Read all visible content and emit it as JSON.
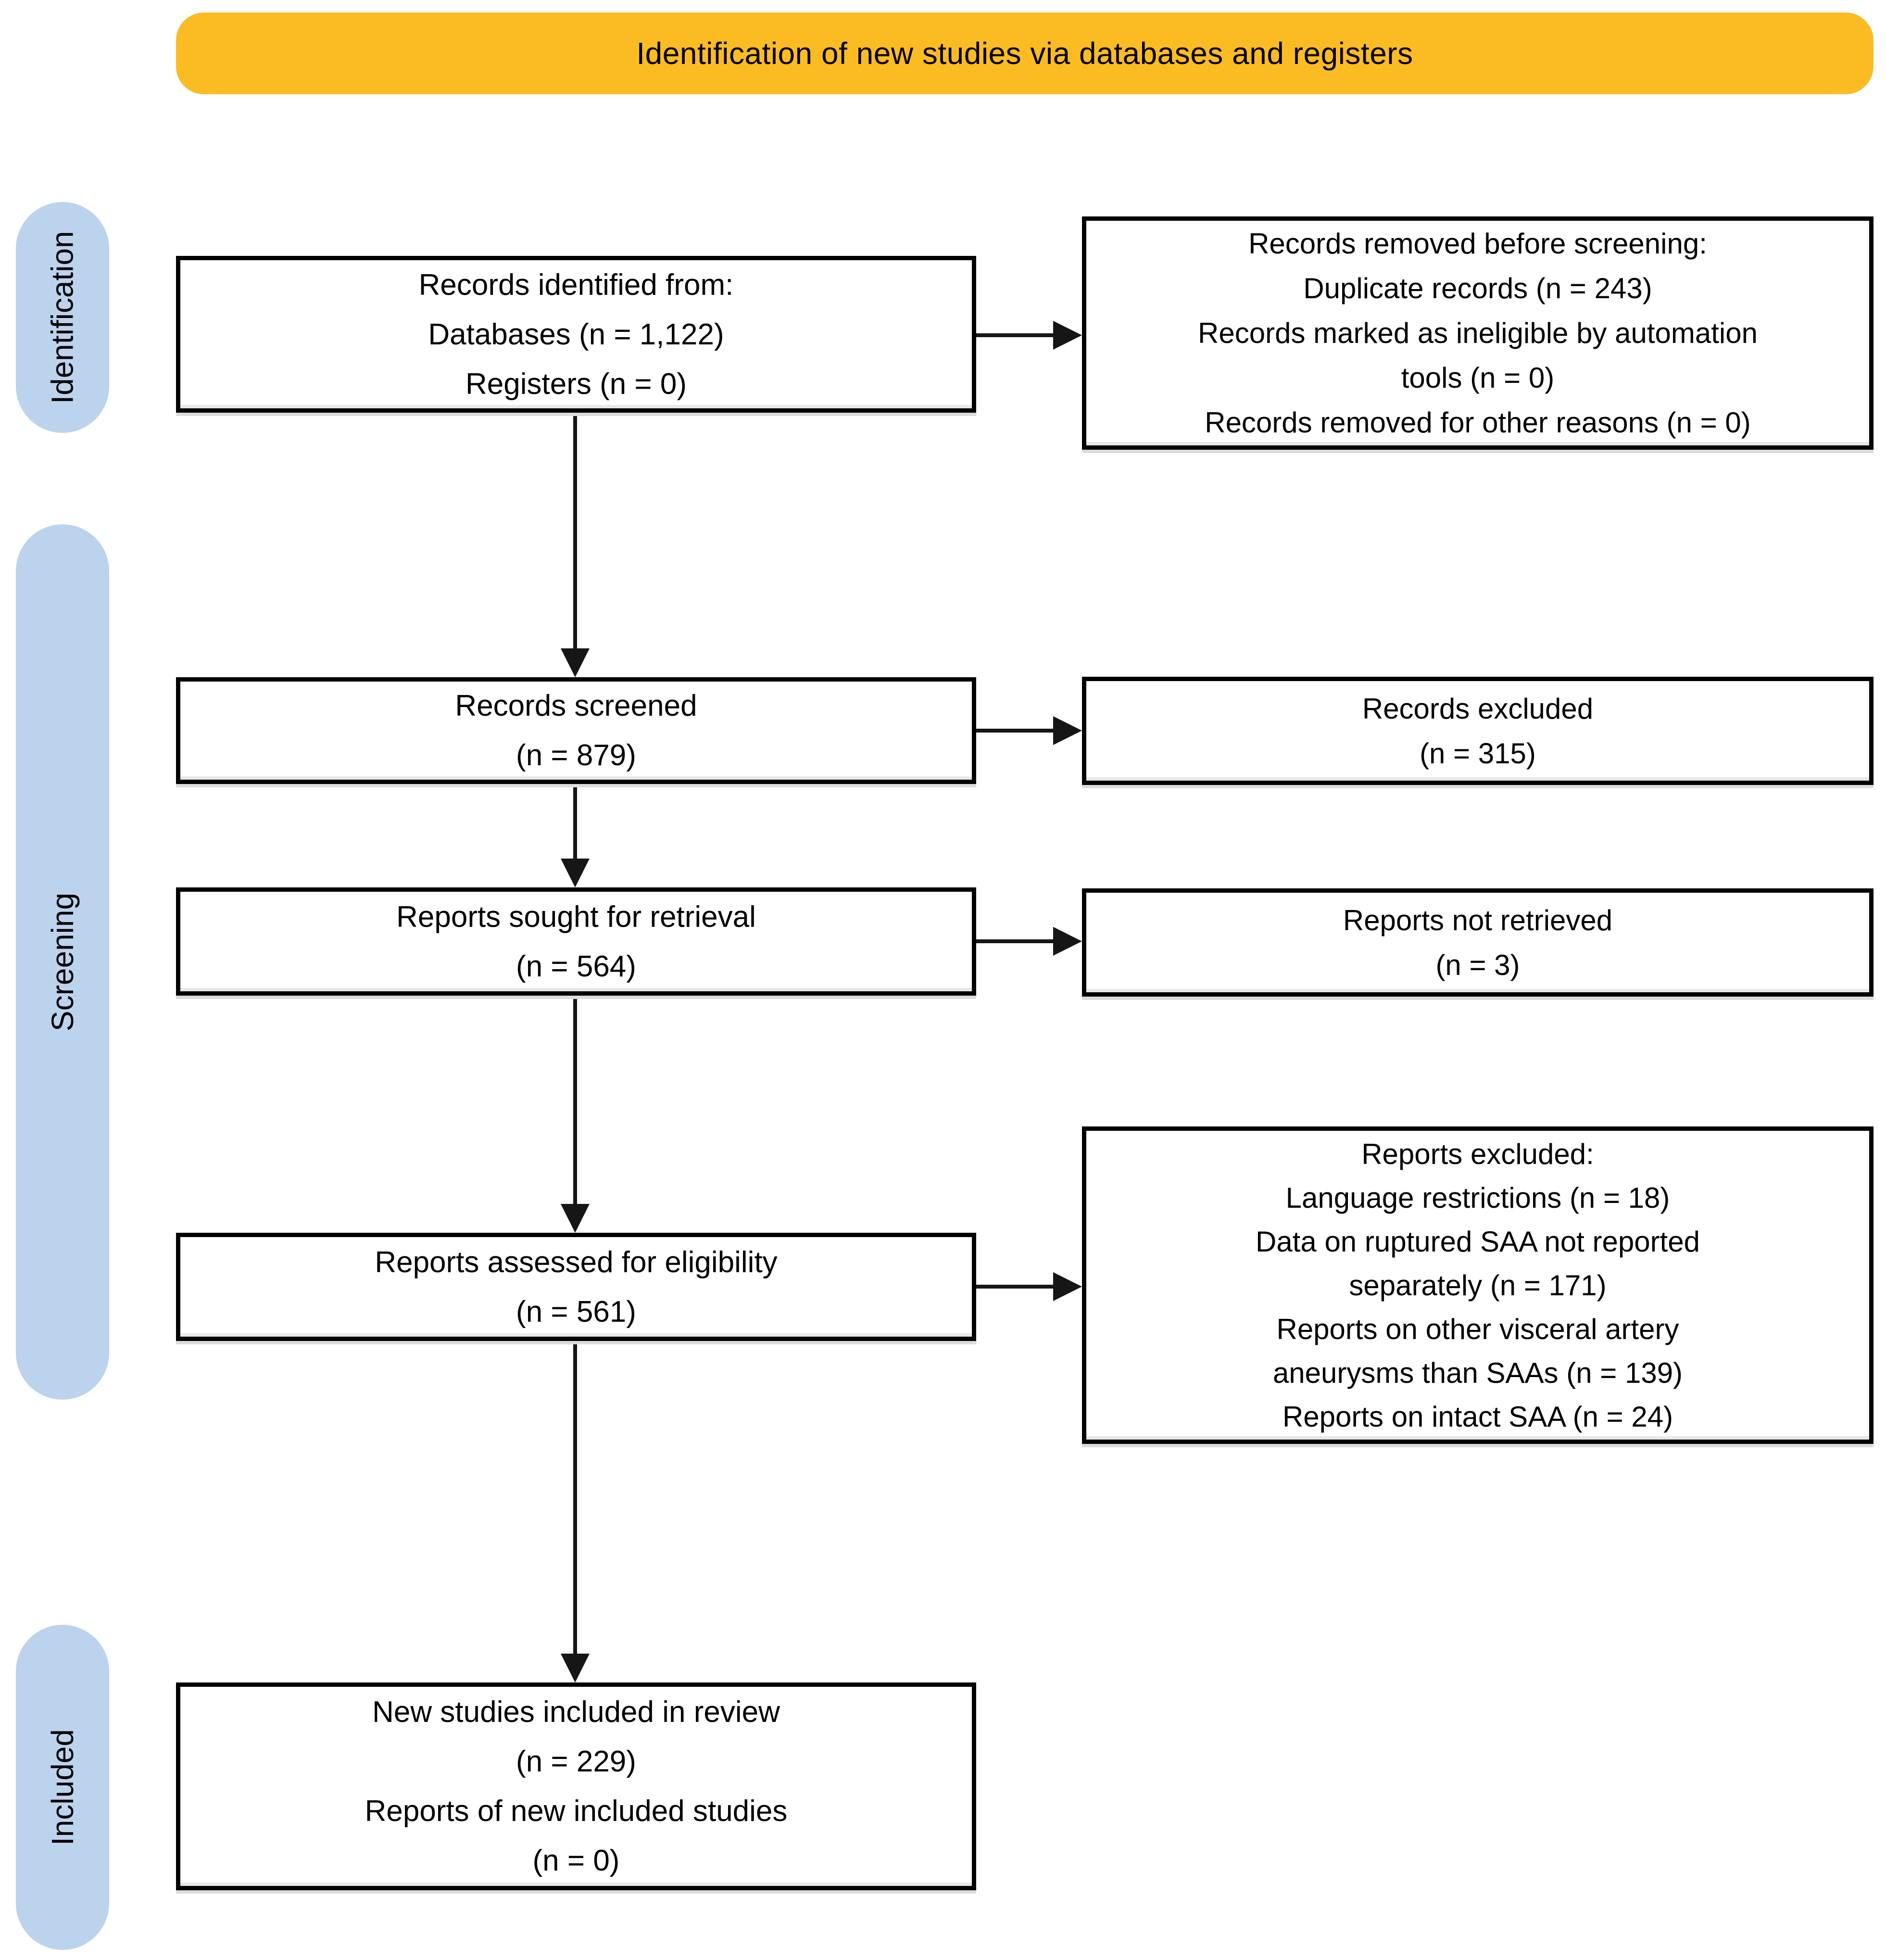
{
  "banner": {
    "label": "Identification of new studies via databases and registers"
  },
  "stages": [
    {
      "label": "Identification"
    },
    {
      "label": "Screening"
    },
    {
      "label": "Included"
    }
  ],
  "colors": {
    "banner_bg": "#FBBC23",
    "stage_bg": "#BCD3EE",
    "box_bg": "#FFFFFF",
    "box_border": "#000000",
    "arrow": "#161616",
    "text": "#000000"
  },
  "flow": {
    "main": [
      {
        "name": "records-identified",
        "lines": [
          "Records identified from:",
          "Databases (n = 1,122)",
          "Registers (n = 0)"
        ]
      },
      {
        "name": "records-screened",
        "lines": [
          "Records screened",
          "(n = 879)"
        ]
      },
      {
        "name": "reports-sought-for-retrieval",
        "lines": [
          "Reports sought for retrieval",
          "(n = 564)"
        ]
      },
      {
        "name": "reports-assessed-for-eligibility",
        "lines": [
          "Reports assessed for eligibility",
          "(n = 561)"
        ]
      },
      {
        "name": "new-studies-included",
        "lines": [
          "New studies included in review",
          "(n = 229)",
          "Reports of new included studies",
          "(n = 0)"
        ]
      }
    ],
    "side": [
      {
        "name": "records-removed-before-screening",
        "lines": [
          "Records removed before screening:",
          "Duplicate records (n = 243)",
          "Records marked as ineligible by automation",
          "tools (n = 0)",
          "Records removed for other reasons (n = 0)"
        ]
      },
      {
        "name": "records-excluded",
        "lines": [
          "Records excluded",
          "(n = 315)"
        ]
      },
      {
        "name": "reports-not-retrieved",
        "lines": [
          "Reports not retrieved",
          "(n = 3)"
        ]
      },
      {
        "name": "reports-excluded",
        "lines": [
          "Reports excluded:",
          "Language restrictions (n = 18)",
          "Data on ruptured SAA not reported",
          "separately (n = 171)",
          "Reports on other visceral artery",
          "aneurysms than SAAs (n = 139)",
          "Reports on intact SAA (n = 24)"
        ]
      }
    ]
  }
}
